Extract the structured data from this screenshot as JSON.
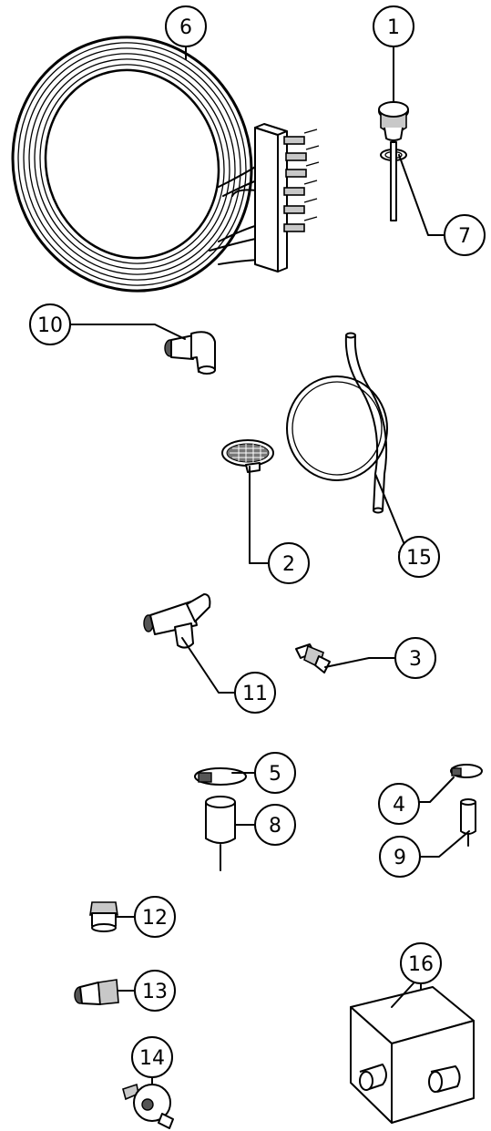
{
  "diagram": {
    "callouts": [
      {
        "id": "1",
        "label": "1"
      },
      {
        "id": "2",
        "label": "2"
      },
      {
        "id": "3",
        "label": "3"
      },
      {
        "id": "4",
        "label": "4"
      },
      {
        "id": "5",
        "label": "5"
      },
      {
        "id": "6",
        "label": "6"
      },
      {
        "id": "7",
        "label": "7"
      },
      {
        "id": "8",
        "label": "8"
      },
      {
        "id": "9",
        "label": "9"
      },
      {
        "id": "10",
        "label": "10"
      },
      {
        "id": "11",
        "label": "11"
      },
      {
        "id": "12",
        "label": "12"
      },
      {
        "id": "13",
        "label": "13"
      },
      {
        "id": "14",
        "label": "14"
      },
      {
        "id": "15",
        "label": "15"
      },
      {
        "id": "16",
        "label": "16"
      }
    ],
    "parts": [
      {
        "callout": "1",
        "icon": "plug-cap-icon"
      },
      {
        "callout": "2",
        "icon": "strainer-icon"
      },
      {
        "callout": "3",
        "icon": "barbed-fitting-icon"
      },
      {
        "callout": "4",
        "icon": "hose-clamp-icon"
      },
      {
        "callout": "5",
        "icon": "hose-clamp-icon"
      },
      {
        "callout": "6",
        "icon": "tubing-coil-manifold-icon"
      },
      {
        "callout": "7",
        "icon": "o-ring-icon"
      },
      {
        "callout": "8",
        "icon": "sleeve-icon"
      },
      {
        "callout": "9",
        "icon": "small-sleeve-icon"
      },
      {
        "callout": "10",
        "icon": "elbow-fitting-icon"
      },
      {
        "callout": "11",
        "icon": "tee-fitting-icon"
      },
      {
        "callout": "12",
        "icon": "straight-connector-icon"
      },
      {
        "callout": "13",
        "icon": "reducer-fitting-icon"
      },
      {
        "callout": "14",
        "icon": "pressure-switch-icon"
      },
      {
        "callout": "15",
        "icon": "hose-coil-icon"
      },
      {
        "callout": "16",
        "icon": "junction-block-icon"
      }
    ]
  }
}
